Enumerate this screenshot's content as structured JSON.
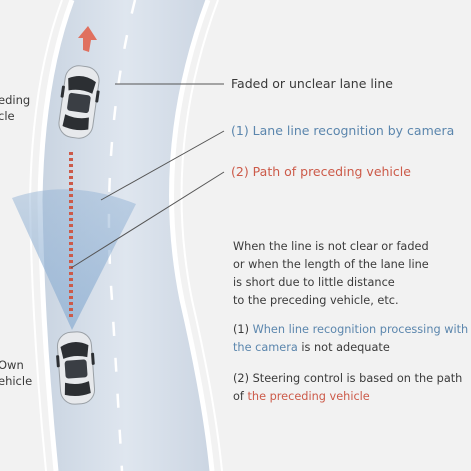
{
  "labels": {
    "faded": "Faded or unclear lane line",
    "camera": "(1) Lane line recognition by camera",
    "path": "(2) Path of preceding vehicle"
  },
  "side_labels": {
    "preceding_line1": "eding",
    "preceding_line2": "cle",
    "own_line1": "Own",
    "own_line2": "ehicle"
  },
  "explanation": {
    "lines": [
      "When the line is not clear or faded",
      "or when the length of the lane line",
      "is short due to little distance",
      "to the preceding vehicle, etc."
    ]
  },
  "note1": {
    "prefix": "(1) ",
    "highlight_line1": "When line recognition processing with",
    "highlight_line2": "the camera",
    "suffix": " is not adequate"
  },
  "note2": {
    "line1": "(2) Steering control is based on the path",
    "prefix": "of ",
    "highlight": "the preceding vehicle"
  },
  "colors": {
    "road": "#d9e1eb",
    "road_edge": "#ffffff",
    "camera_blue": "#5b86ad",
    "path_red": "#cc5a49",
    "background": "#f2f2f2"
  }
}
